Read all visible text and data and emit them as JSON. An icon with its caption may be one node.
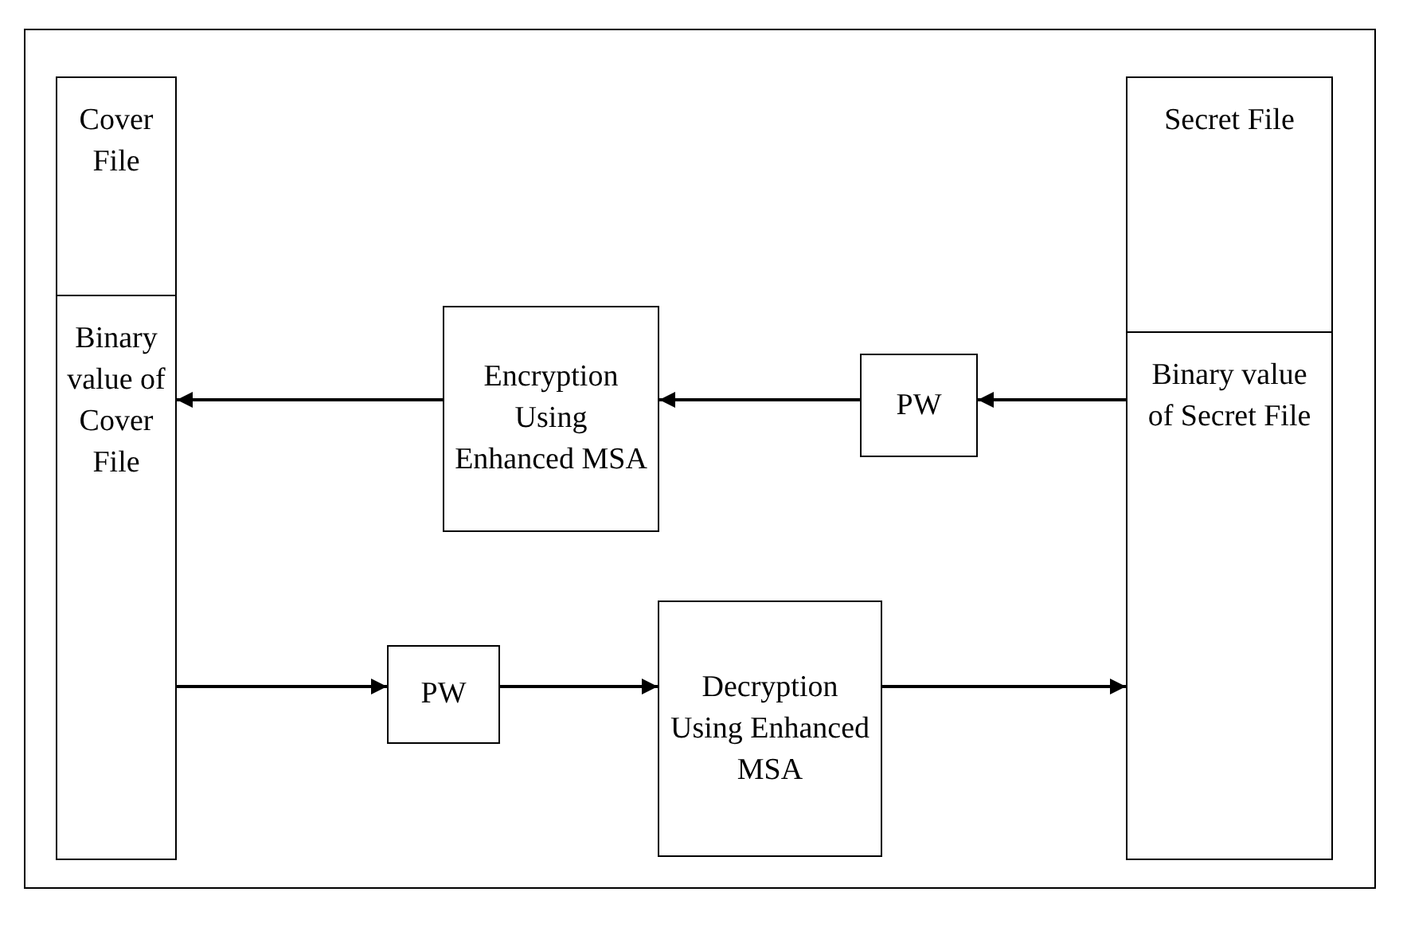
{
  "diagram": {
    "nodes": [
      {
        "text": [
          "Cover File",
          "Binary value of Cover File"
        ]
      },
      {
        "text": [
          "Encryption Using Enhanced MSA"
        ]
      },
      {
        "text": [
          "PW"
        ]
      },
      {
        "text": [
          "Secret File",
          "Binary value of Secret File"
        ]
      },
      {
        "text": [
          "PW"
        ]
      },
      {
        "text": [
          "Decryption Using Enhanced MSA"
        ]
      }
    ],
    "edges": [
      {
        "from": 3,
        "to": 2,
        "arrow": "to"
      },
      {
        "from": 2,
        "to": 1,
        "arrow": "to"
      },
      {
        "from": 1,
        "to": 0,
        "arrow": "to"
      },
      {
        "from": 0,
        "to": 4,
        "arrow": "to"
      },
      {
        "from": 4,
        "to": 5,
        "arrow": "to"
      },
      {
        "from": 5,
        "to": 3,
        "arrow": "to"
      }
    ]
  }
}
